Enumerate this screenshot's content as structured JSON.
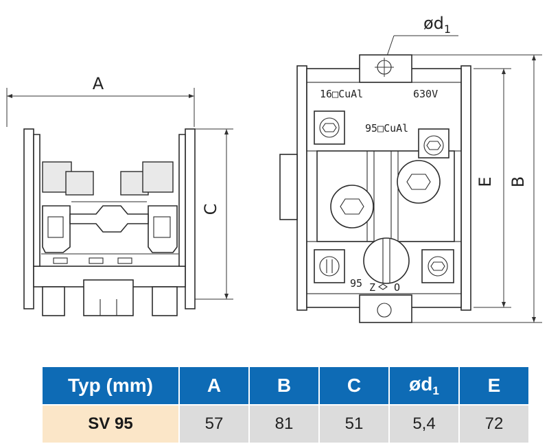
{
  "drawing": {
    "dim_labels": {
      "A": "A",
      "B": "B",
      "C": "C",
      "E": "E",
      "d_main": "ød",
      "d_sub": "1"
    },
    "markings": {
      "wire_top": "16□CuAl",
      "voltage": "630V",
      "wire_mid": "95□CuAl",
      "num_95": "95",
      "z": "Z",
      "o": "O"
    }
  },
  "table": {
    "headers": [
      {
        "main": "Typ (mm)",
        "sub": ""
      },
      {
        "main": "A",
        "sub": ""
      },
      {
        "main": "B",
        "sub": ""
      },
      {
        "main": "C",
        "sub": ""
      },
      {
        "main": "ød",
        "sub": "1"
      },
      {
        "main": "E",
        "sub": ""
      }
    ],
    "rows": [
      [
        "SV 95",
        "57",
        "81",
        "51",
        "5,4",
        "72"
      ]
    ]
  },
  "colors": {
    "header_bg": "#0e6bb5",
    "first_col_bg": "#fbe6c8",
    "cell_bg": "#dcdcdc"
  }
}
